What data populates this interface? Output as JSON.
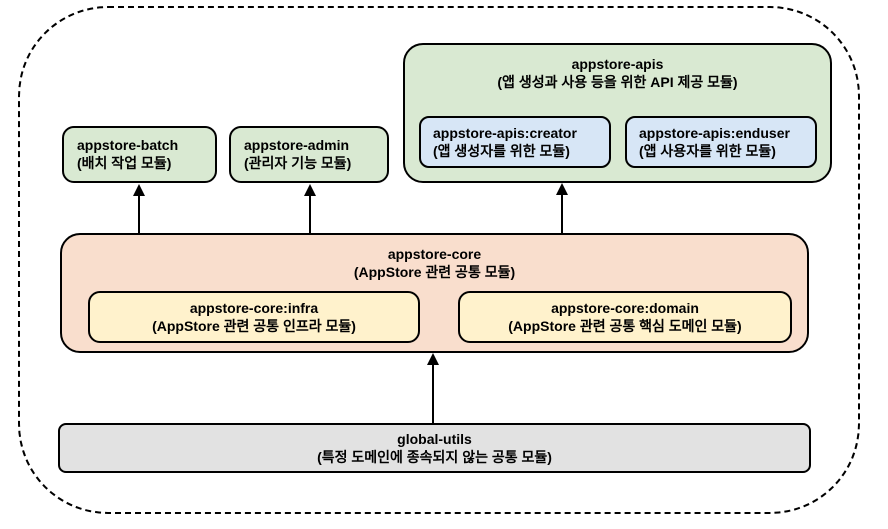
{
  "modules": {
    "batch": {
      "name": "appstore-batch",
      "desc": "(배치 작업 모듈)"
    },
    "admin": {
      "name": "appstore-admin",
      "desc": "(관리자 기능 모듈)"
    },
    "apis": {
      "name": "appstore-apis",
      "desc": "(앱 생성과 사용 등을 위한 API 제공 모듈)"
    },
    "apis_creator": {
      "name": "appstore-apis:creator",
      "desc": "(앱 생성자를 위한 모듈)"
    },
    "apis_enduser": {
      "name": "appstore-apis:enduser",
      "desc": "(앱 사용자를 위한 모듈)"
    },
    "core": {
      "name": "appstore-core",
      "desc": "(AppStore 관련 공통 모듈)"
    },
    "core_infra": {
      "name": "appstore-core:infra",
      "desc": "(AppStore 관련 공통 인프라 모듈)"
    },
    "core_domain": {
      "name": "appstore-core:domain",
      "desc": "(AppStore 관련 공통 핵심 도메인 모듈)"
    },
    "global_utils": {
      "name": "global-utils",
      "desc": "(특정 도메인에 종속되지 않는 공통 모듈)"
    }
  },
  "edges": [
    {
      "from": "appstore-core",
      "to": "appstore-batch"
    },
    {
      "from": "appstore-core",
      "to": "appstore-admin"
    },
    {
      "from": "appstore-core",
      "to": "appstore-apis"
    },
    {
      "from": "global-utils",
      "to": "appstore-core"
    }
  ],
  "colors": {
    "module_green": "#d9e9d2",
    "submodule_blue": "#d7e6f6",
    "core_peach": "#f9decd",
    "submodule_yellow": "#fff2cc",
    "global_gray": "#e2e2e2",
    "border": "#000000"
  }
}
